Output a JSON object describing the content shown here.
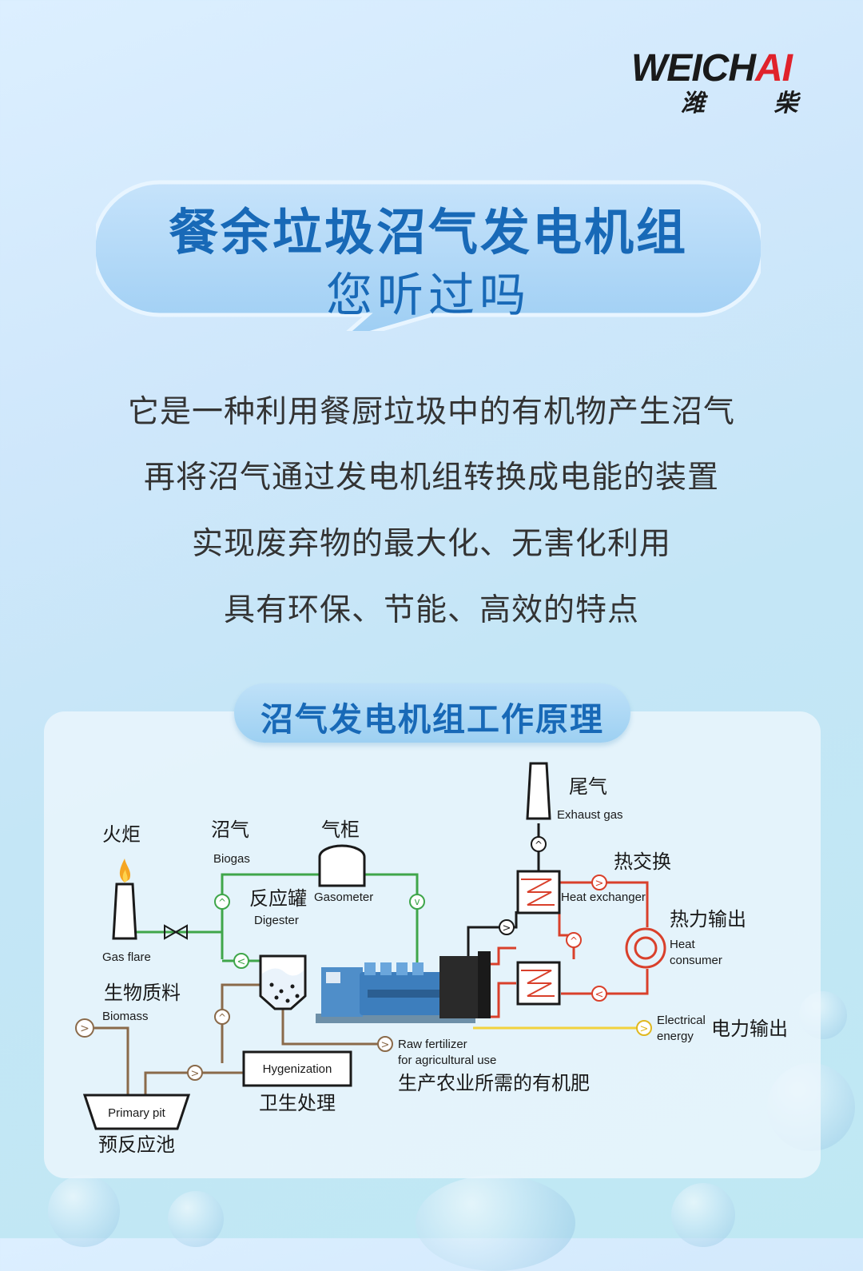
{
  "brand": {
    "name_en": "WEICHAI",
    "name_cn": "潍 柴"
  },
  "header": {
    "title": "餐余垃圾沼气发电机组",
    "subtitle": "您听过吗"
  },
  "description": {
    "lines": [
      "它是一种利用餐厨垃圾中的有机物产生沼气",
      "再将沼气通过发电机组转换成电能的装置",
      "实现废弃物的最大化、无害化利用",
      "具有环保、节能、高效的特点"
    ]
  },
  "section": {
    "title": "沼气发电机组工作原理"
  },
  "diagram": {
    "flare": {
      "cn": "火炬",
      "en": "Gas flare"
    },
    "biogas": {
      "cn": "沼气",
      "en": "Biogas"
    },
    "gasometer": {
      "cn": "气柜",
      "en": "Gasometer"
    },
    "digester": {
      "cn": "反应罐",
      "en": "Digester"
    },
    "biomass": {
      "cn": "生物质料",
      "en": "Biomass"
    },
    "primary_pit": {
      "cn": "预反应池",
      "en": "Primary pit"
    },
    "hygenization": {
      "cn": "卫生处理",
      "en": "Hygenization"
    },
    "fertilizer": {
      "cn": "生产农业所需的有机肥",
      "en_line1": "Raw fertilizer",
      "en_line2": "for agricultural use"
    },
    "exhaust": {
      "cn": "尾气",
      "en": "Exhaust gas"
    },
    "heat_exchanger": {
      "cn": "热交换",
      "en": "Heat exchanger"
    },
    "heat_output": {
      "cn": "热力输出",
      "en_line1": "Heat",
      "en_line2": "consumer"
    },
    "power_output": {
      "cn": "电力输出",
      "en_line1": "Electrical",
      "en_line2": "energy"
    }
  },
  "colors": {
    "title_blue": "#1869b7",
    "gas_line": "#3fa64a",
    "heat_line": "#d9402b",
    "material_line": "#8a6a4a",
    "power_line": "#f2d23c",
    "dark_line": "#1a1a1a"
  }
}
